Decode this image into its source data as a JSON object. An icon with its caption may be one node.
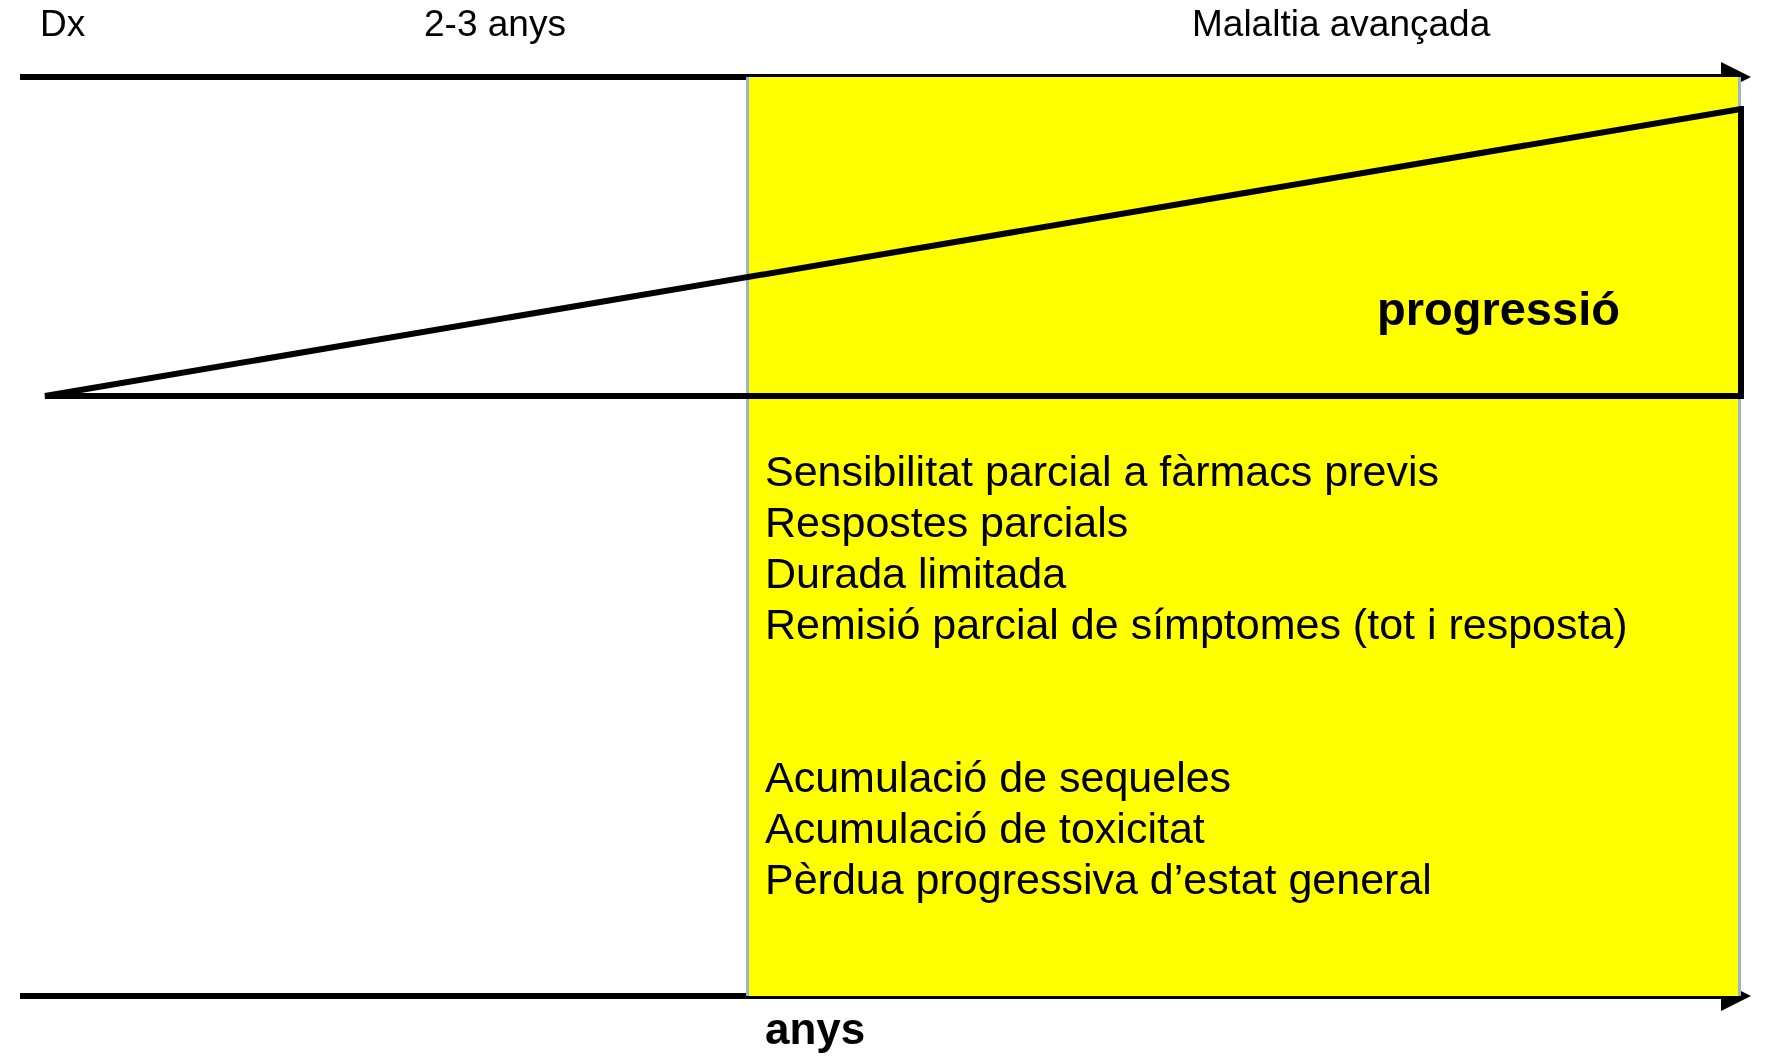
{
  "diagram": {
    "nodes": [
      {
        "text": [
          "Sensibilitat parcial a fàrmacs previs",
          "Respostes parcials",
          "Durada limitada",
          "Remisió parcial de símptomes (tot i resposta)",
          "Acumulació de sequeles",
          "Acumulació de toxicitat",
          "Pèrdua progressiva d’estat general"
        ]
      },
      {
        "text": [
          "progressió"
        ]
      }
    ],
    "labels": [
      "Dx",
      "2-3 anys",
      "Malaltia avançada",
      "anys"
    ]
  }
}
